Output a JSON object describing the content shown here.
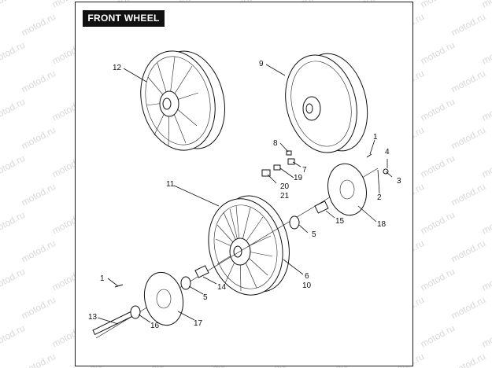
{
  "title": "FRONT WHEEL",
  "watermark": "motod.ru",
  "parts": {
    "p1a": "1",
    "p1b": "1",
    "p2": "2",
    "p3": "3",
    "p4": "4",
    "p5a": "5",
    "p5b": "5",
    "p6": "6",
    "p7": "7",
    "p8": "8",
    "p9": "9",
    "p10": "10",
    "p11": "11",
    "p12": "12",
    "p13": "13",
    "p14": "14",
    "p15": "15",
    "p16": "16",
    "p17": "17",
    "p18": "18",
    "p19": "19",
    "p20": "20",
    "p21": "21"
  }
}
